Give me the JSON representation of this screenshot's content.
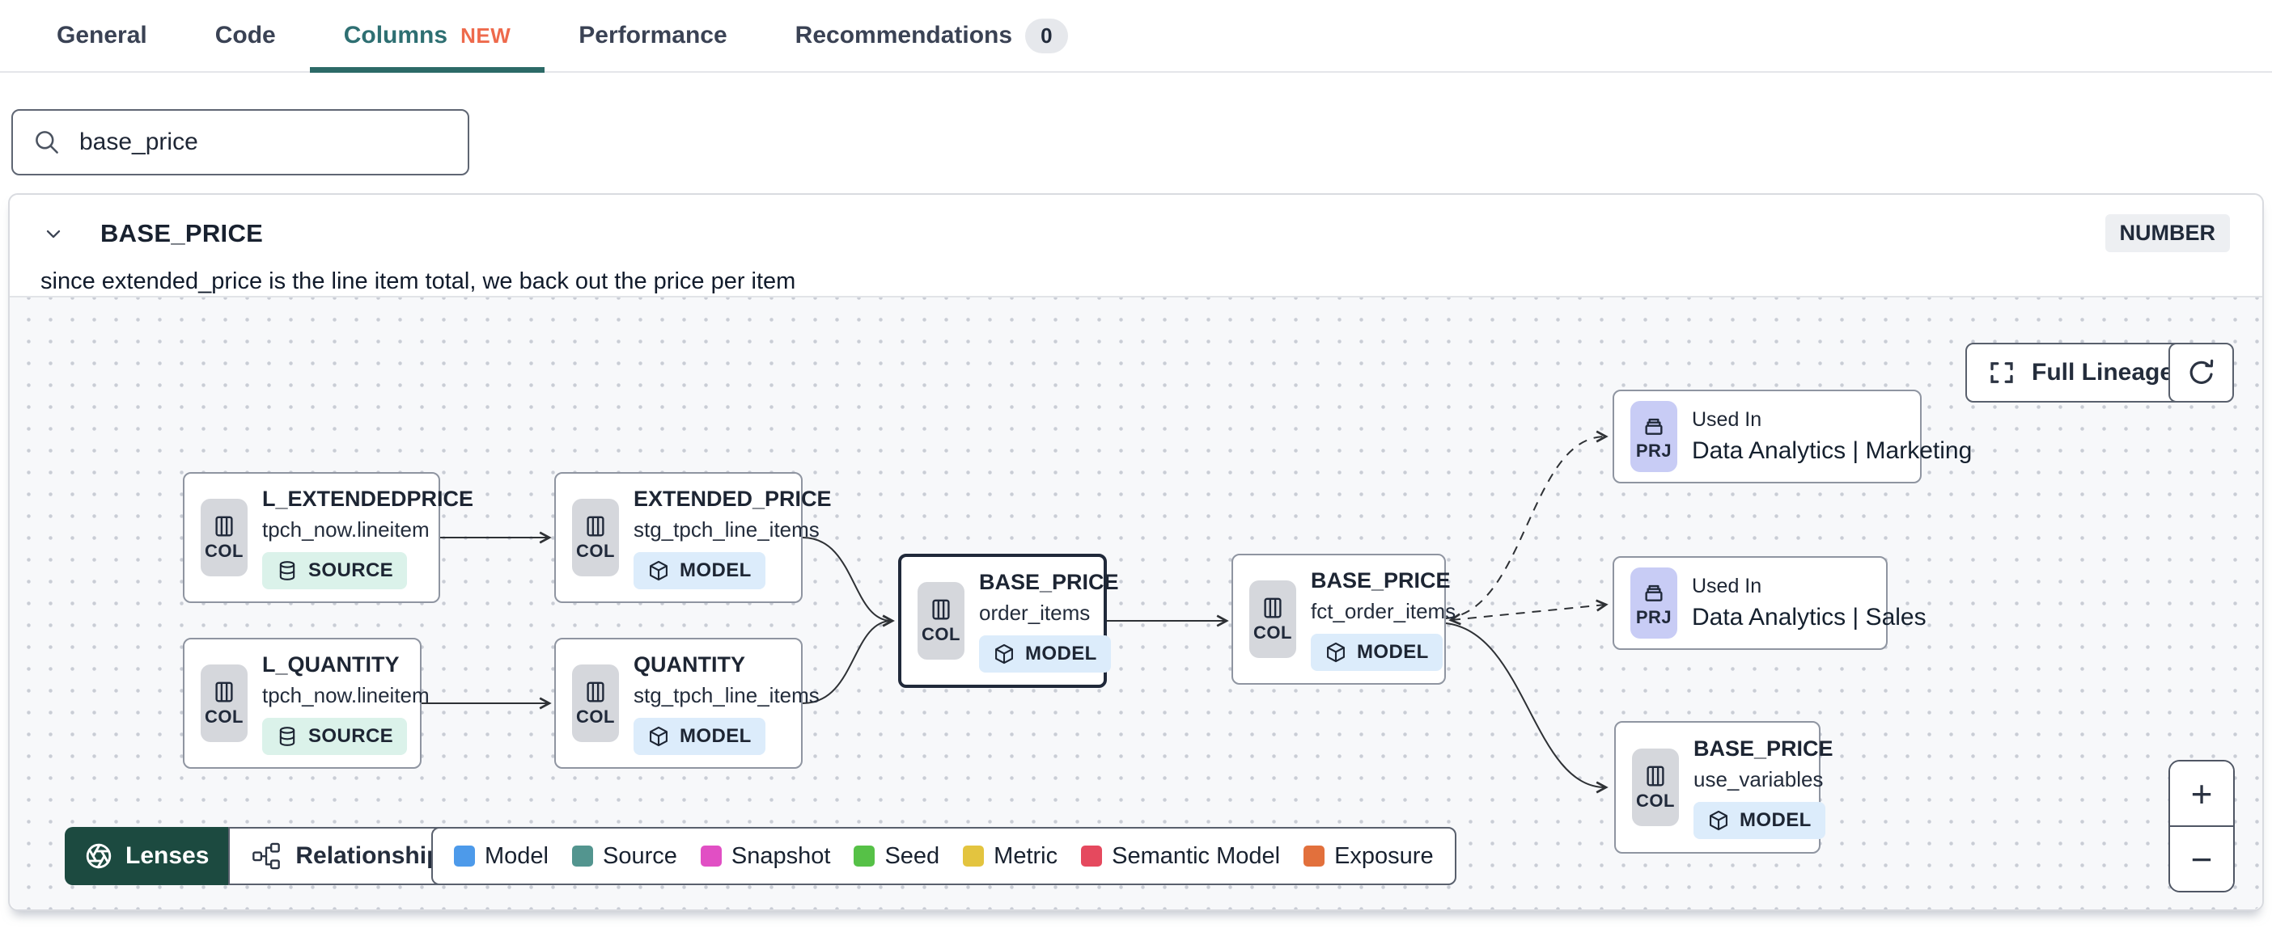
{
  "tabs": {
    "items": [
      {
        "label": "General"
      },
      {
        "label": "Code"
      },
      {
        "label": "Columns",
        "badge": "NEW",
        "active": true
      },
      {
        "label": "Performance"
      },
      {
        "label": "Recommendations",
        "count": "0"
      }
    ]
  },
  "search": {
    "value": "base_price"
  },
  "column_panel": {
    "name": "BASE_PRICE",
    "type_badge": "NUMBER",
    "description": "since extended_price is the line item total, we back out the price per item"
  },
  "lineage": {
    "nodes": [
      {
        "id": "l_extendedprice",
        "type": "column",
        "kind": "COL",
        "title": "L_EXTENDEDPRICE",
        "subtitle": "tpch_now.lineitem",
        "badge": "SOURCE",
        "badge_type": "source"
      },
      {
        "id": "extended_price",
        "type": "column",
        "kind": "COL",
        "title": "EXTENDED_PRICE",
        "subtitle": "stg_tpch_line_items",
        "badge": "MODEL",
        "badge_type": "model"
      },
      {
        "id": "l_quantity",
        "type": "column",
        "kind": "COL",
        "title": "L_QUANTITY",
        "subtitle": "tpch_now.lineitem",
        "badge": "SOURCE",
        "badge_type": "source"
      },
      {
        "id": "quantity",
        "type": "column",
        "kind": "COL",
        "title": "QUANTITY",
        "subtitle": "stg_tpch_line_items",
        "badge": "MODEL",
        "badge_type": "model"
      },
      {
        "id": "base_price_order_items",
        "type": "column",
        "kind": "COL",
        "title": "BASE_PRICE",
        "subtitle": "order_items",
        "badge": "MODEL",
        "badge_type": "model",
        "selected": true
      },
      {
        "id": "base_price_fct_order_items",
        "type": "column",
        "kind": "COL",
        "title": "BASE_PRICE",
        "subtitle": "fct_order_items",
        "badge": "MODEL",
        "badge_type": "model"
      },
      {
        "id": "used_in_marketing",
        "type": "project",
        "kind": "PRJ",
        "title": "Used In",
        "subtitle": "Data Analytics | Marketing"
      },
      {
        "id": "used_in_sales",
        "type": "project",
        "kind": "PRJ",
        "title": "Used In",
        "subtitle": "Data Analytics | Sales"
      },
      {
        "id": "base_price_use_variables",
        "type": "column",
        "kind": "COL",
        "title": "BASE_PRICE",
        "subtitle": "use_variables",
        "badge": "MODEL",
        "badge_type": "model"
      }
    ],
    "toolbar": {
      "lenses_label": "Lenses",
      "relationships_label": "Relationships"
    },
    "legend": {
      "items": [
        {
          "label": "Model",
          "color": "#4d9aea"
        },
        {
          "label": "Source",
          "color": "#53958f"
        },
        {
          "label": "Snapshot",
          "color": "#e14fc4"
        },
        {
          "label": "Seed",
          "color": "#56c147"
        },
        {
          "label": "Metric",
          "color": "#e3c43f"
        },
        {
          "label": "Semantic Model",
          "color": "#e5495e"
        },
        {
          "label": "Exposure",
          "color": "#e2703c"
        }
      ]
    },
    "controls": {
      "full_lineage_label": "Full Lineage",
      "zoom_in_label": "+",
      "zoom_out_label": "−"
    }
  }
}
